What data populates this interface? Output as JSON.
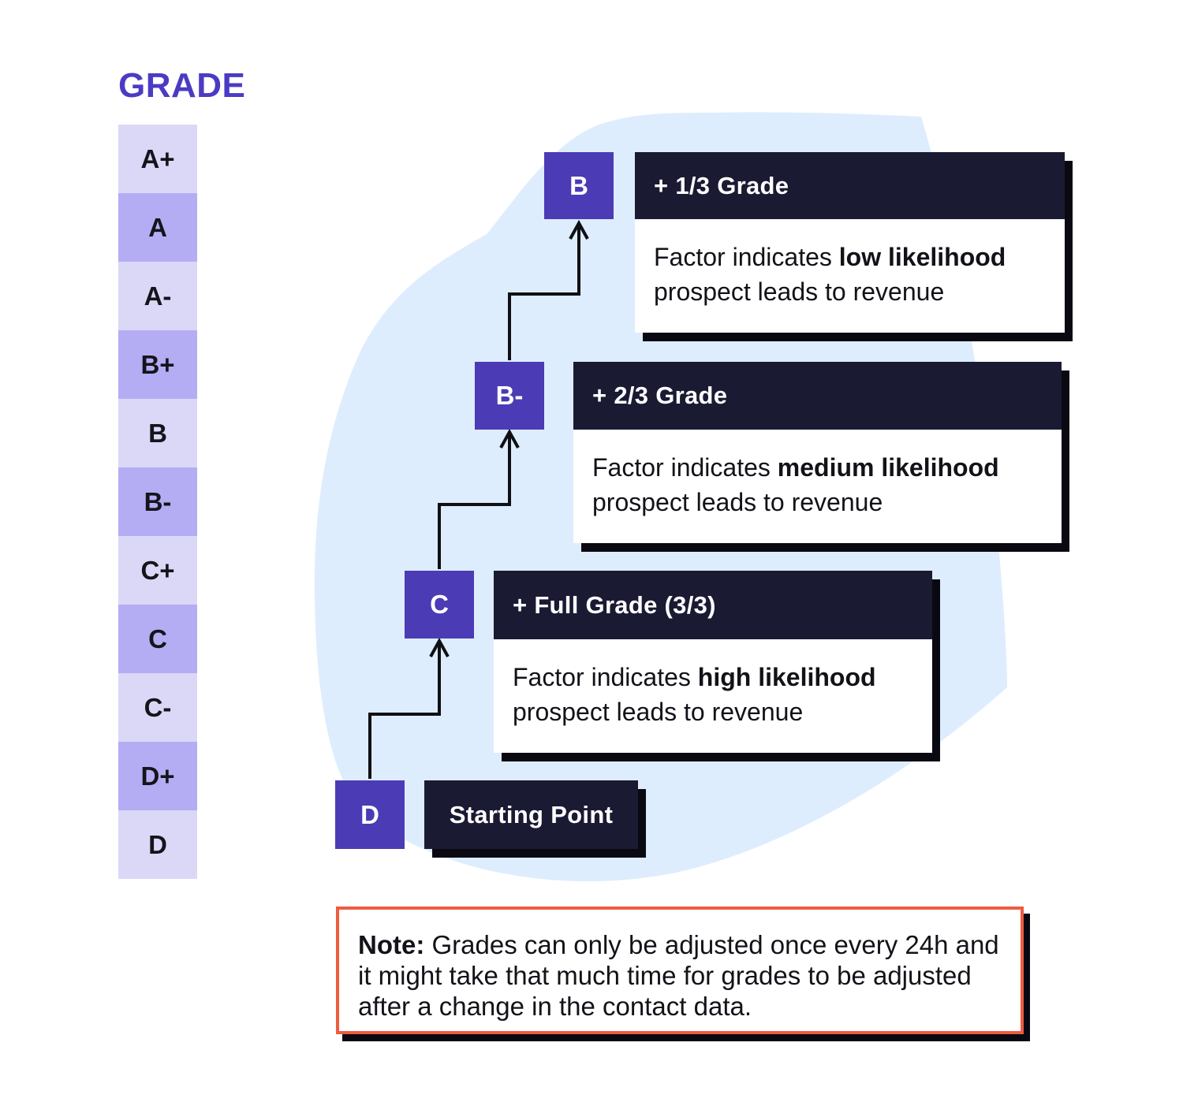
{
  "grade_scale": {
    "title": "GRADE",
    "items": [
      "A+",
      "A",
      "A-",
      "B+",
      "B",
      "B-",
      "C+",
      "C",
      "C-",
      "D+",
      "D"
    ]
  },
  "flow": {
    "steps": [
      {
        "grade": "B",
        "header": "+ 1/3 Grade",
        "body": {
          "prefix": "Factor indicates ",
          "bold": "low likelihood",
          "suffix": "prospect leads to revenue"
        }
      },
      {
        "grade": "B-",
        "header": "+ 2/3 Grade",
        "body": {
          "prefix": "Factor indicates ",
          "bold": "medium likelihood",
          "suffix": "prospect leads to revenue"
        }
      },
      {
        "grade": "C",
        "header": "+ Full Grade (3/3)",
        "body": {
          "prefix": "Factor indicates ",
          "bold": "high likelihood",
          "suffix": "prospect leads to revenue"
        }
      }
    ],
    "start": {
      "grade": "D",
      "label": "Starting Point"
    }
  },
  "note": {
    "label": "Note:",
    "text": " Grades can only be adjusted once every 24h and it might take that much time for grades to be adjusted after a change in the contact data."
  },
  "colors": {
    "title-purple": "#4B3BC4",
    "box-purple": "#4B3BB5",
    "navy": "#1B1A33",
    "blob": "#DDEDFD",
    "cell-light": "#DBD8F7",
    "cell-dark": "#B4ADF4",
    "note-border": "#EE5B41",
    "ink": "#131218",
    "shadow": "#0A0911"
  }
}
